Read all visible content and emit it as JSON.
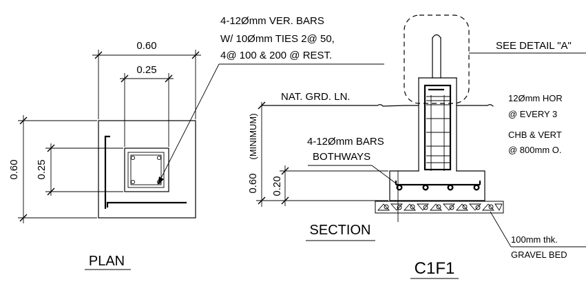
{
  "plan": {
    "title": "PLAN",
    "dim_footing_width": "0.60",
    "dim_column_width": "0.25",
    "dim_footing_height": "0.60",
    "dim_column_height": "0.25"
  },
  "callout_vertical_bars": {
    "line1": "4-12Ømm VER. BARS",
    "line2": "W/ 10Ømm TIES 2@ 50,",
    "line3": "4@ 100 & 200 @ REST."
  },
  "section": {
    "title": "SECTION",
    "label": "C1F1",
    "natural_grade_label": "NAT. GRD. LN.",
    "see_detail_label": "SEE DETAIL \"A\"",
    "footing_bars_line1": "4-12Ømm BARS",
    "footing_bars_line2": "BOTHWAYS",
    "dim_depth": "0.60",
    "dim_depth_note": "(MINIMUM)",
    "dim_footing_thickness": "0.20",
    "chb_note_line1": "12Ømm HOR",
    "chb_note_line2": "@ EVERY 3",
    "chb_note_line3": "CHB & VERT",
    "chb_note_line4": "@ 800mm O.",
    "gravel_line1": "100mm thk.",
    "gravel_line2": "GRAVEL BED"
  }
}
